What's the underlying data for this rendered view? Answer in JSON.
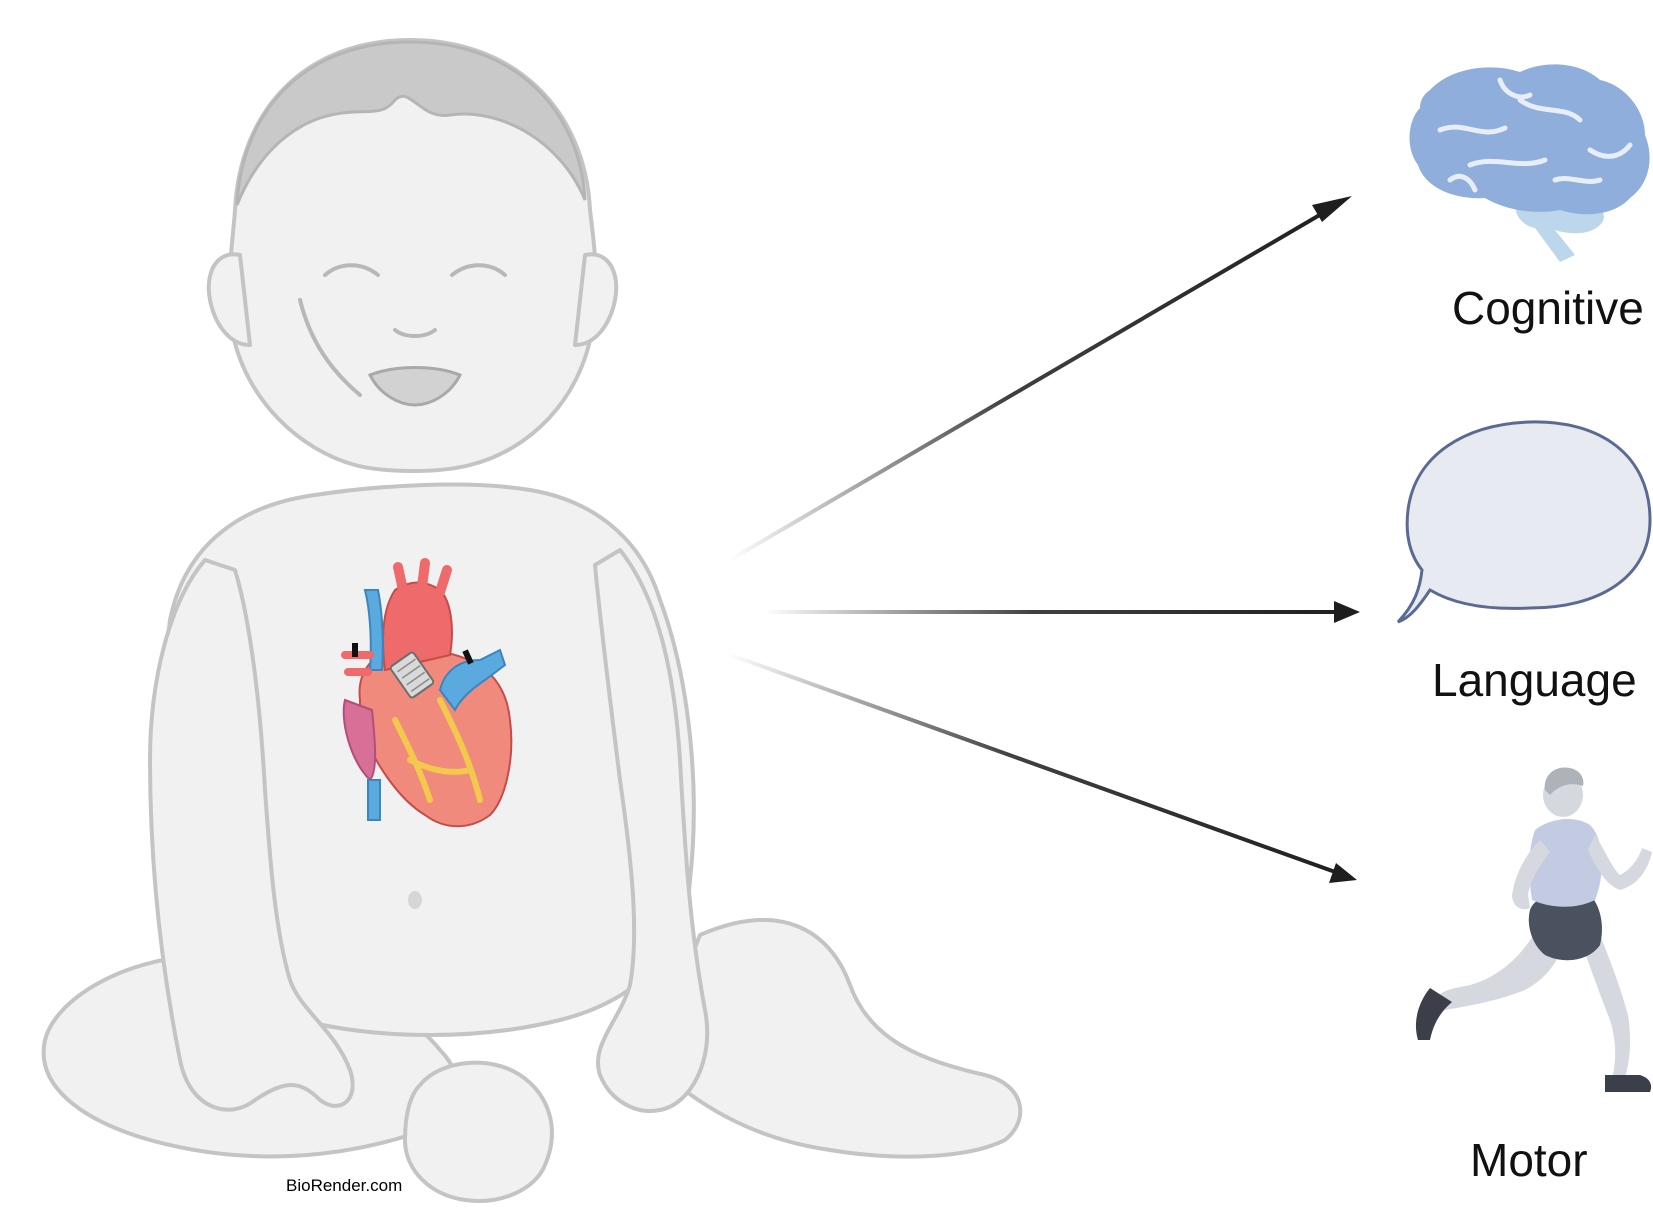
{
  "outcomes": [
    {
      "id": "cognitive",
      "label": "Cognitive",
      "icon": "brain-icon"
    },
    {
      "id": "language",
      "label": "Language",
      "icon": "speech-bubble-icon"
    },
    {
      "id": "motor",
      "label": "Motor",
      "icon": "runner-icon"
    }
  ],
  "watermark": "BioRender.com",
  "subject_icon": "infant-icon",
  "organ_icon": "heart-icon",
  "colors": {
    "skin": "#f1f1f1",
    "outline": "#c4c4c4",
    "hair": "#bdbdbd",
    "brain": "#8faedc",
    "bubble_fill": "#e8eaf2",
    "bubble_stroke": "#5b6a92",
    "arrow": "#1e1e1e",
    "heart_red": "#e8605c",
    "heart_blue": "#5aa9df"
  }
}
